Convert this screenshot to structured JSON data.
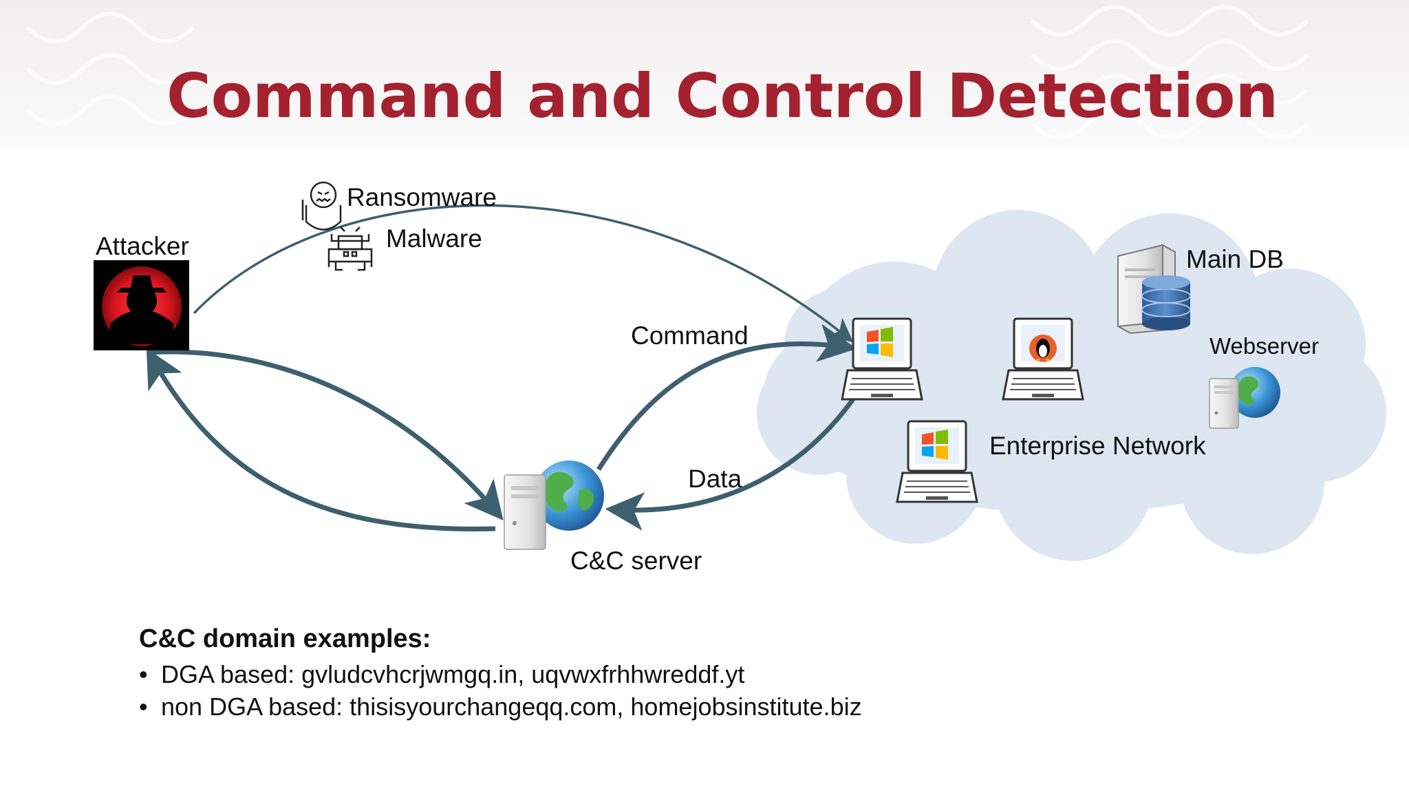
{
  "title": "Command and Control Detection",
  "labels": {
    "attacker": "Attacker",
    "ransomware": "Ransomware",
    "malware": "Malware",
    "command": "Command",
    "data": "Data",
    "cc_server": "C&C server",
    "main_db": "Main DB",
    "webserver": "Webserver",
    "enterprise_network": "Enterprise Network"
  },
  "examples": {
    "heading": "C&C domain examples:",
    "items": [
      "DGA based: gvludcvhcrjwmgq.in, uqvwxfrhhwreddf.yt",
      "non DGA based: thisisyourchangeqq.com,  homejobsinstitute.biz"
    ]
  },
  "colors": {
    "title": "#a4222f",
    "arrow": "#3e5f6e",
    "cloud": "#dde6f1",
    "attacker_red": "#d7141f"
  },
  "icons": {
    "attacker": "hacker-icon",
    "ransomware": "ransomware-icon",
    "malware": "malware-icon",
    "cc_server": "server-globe-icon",
    "laptops": [
      "windows-laptop-icon",
      "linux-laptop-icon",
      "windows-laptop-icon"
    ],
    "main_db": "database-server-icon",
    "webserver": "web-server-icon"
  }
}
